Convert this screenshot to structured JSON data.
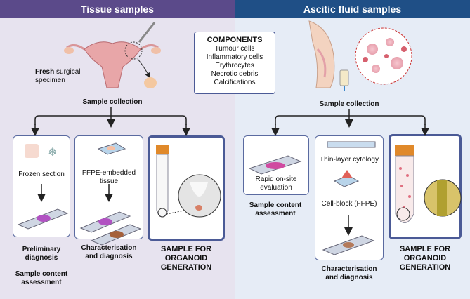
{
  "headers": {
    "left": "Tissue samples",
    "right": "Ascitic fluid samples"
  },
  "left": {
    "specimen_bold": "Fresh",
    "specimen_rest": " surgical specimen",
    "sample_collection": "Sample collection",
    "frozen_section": "Frozen section",
    "ffpe_tissue": "FFPE-embedded tissue",
    "preliminary_diagnosis": "Preliminary diagnosis",
    "sample_content_assessment": "Sample content assessment",
    "characterisation": "Characterisation and diagnosis",
    "organoid": "SAMPLE FOR ORGANOID GENERATION"
  },
  "components": {
    "title": "COMPONENTS",
    "items": [
      "Tumour cells",
      "Inflammatory cells",
      "Erythrocytes",
      "Necrotic debris",
      "Calcifications"
    ]
  },
  "right": {
    "sample_collection": "Sample collection",
    "rapid": "Rapid on-site evaluation",
    "sample_content_assessment": "Sample content assessment",
    "thin_layer": "Thin-layer cytology",
    "cell_block": "Cell-block (FFPE)",
    "characterisation": "Characterisation and diagnosis",
    "organoid": "SAMPLE FOR ORGANOID GENERATION"
  },
  "colors": {
    "left_header": "#5b4a8a",
    "right_header": "#1f4f86",
    "left_bg": "#e7e3ef",
    "right_bg": "#e6ecf6",
    "box_border": "#4b5a96"
  }
}
